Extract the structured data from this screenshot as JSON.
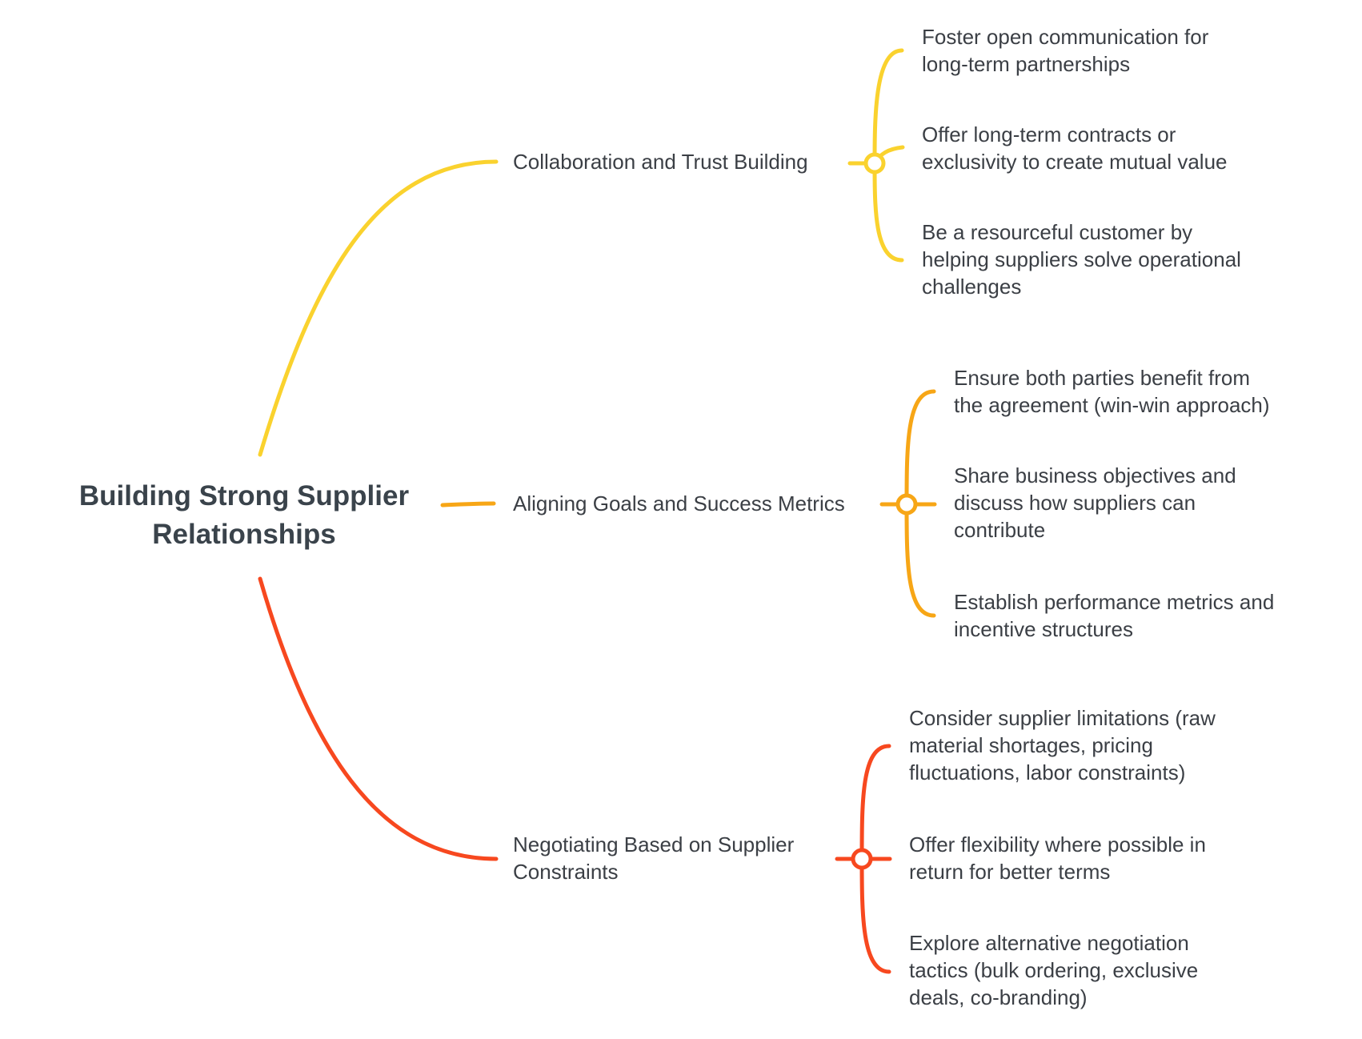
{
  "colors": {
    "collaboration": "#fad22e",
    "aligning": "#f7a616",
    "negotiating": "#f7481f",
    "text": "#3b3f45",
    "root_text": "#3a434b"
  },
  "root": {
    "line1": "Building Strong Supplier",
    "line2": "Relationships"
  },
  "branches": [
    {
      "label_lines": [
        "Collaboration and Trust Building"
      ],
      "children": [
        {
          "lines": [
            "Foster open communication for",
            "long-term partnerships"
          ]
        },
        {
          "lines": [
            "Offer long-term contracts or",
            "exclusivity to create mutual value"
          ]
        },
        {
          "lines": [
            "Be a resourceful customer by",
            "helping suppliers solve operational",
            "challenges"
          ]
        }
      ]
    },
    {
      "label_lines": [
        "Aligning Goals and Success Metrics"
      ],
      "children": [
        {
          "lines": [
            "Ensure both parties benefit from",
            "the agreement (win-win approach)"
          ]
        },
        {
          "lines": [
            "Share business objectives and",
            "discuss how suppliers can",
            "contribute"
          ]
        },
        {
          "lines": [
            "Establish performance metrics and",
            "incentive structures"
          ]
        }
      ]
    },
    {
      "label_lines": [
        "Negotiating Based on Supplier",
        "Constraints"
      ],
      "children": [
        {
          "lines": [
            "Consider supplier limitations (raw",
            "material shortages, pricing",
            "fluctuations, labor constraints)"
          ]
        },
        {
          "lines": [
            "Offer flexibility where possible in",
            "return for better terms"
          ]
        },
        {
          "lines": [
            "Explore alternative negotiation",
            "tactics (bulk ordering, exclusive",
            "deals, co-branding)"
          ]
        }
      ]
    }
  ]
}
